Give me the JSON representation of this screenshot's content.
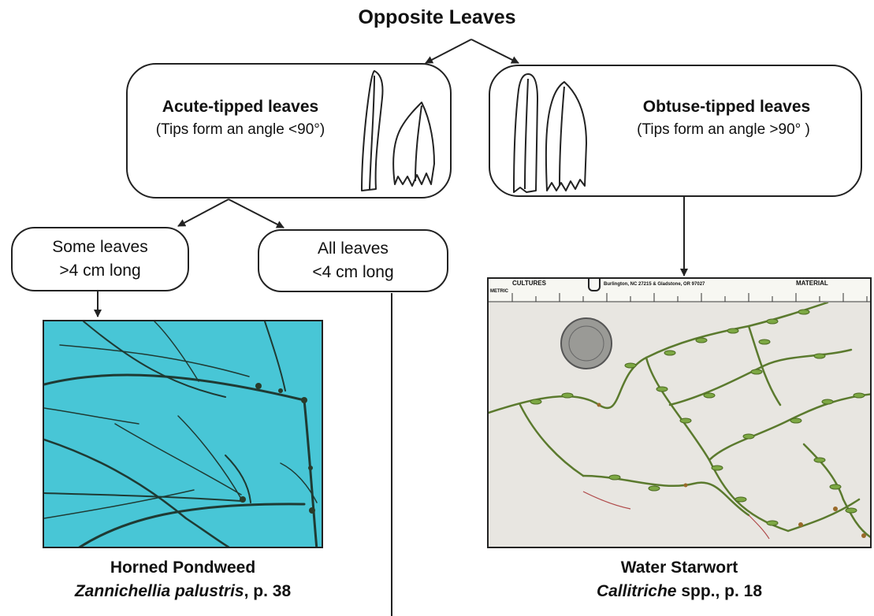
{
  "title": "Opposite Leaves",
  "acute": {
    "title": "Acute-tipped leaves",
    "subtitle": "(Tips form an angle <90°)"
  },
  "obtuse": {
    "title": "Obtuse-tipped leaves",
    "subtitle": "(Tips form an angle >90° )"
  },
  "some_leaves": {
    "line1": "Some leaves",
    "line2": ">4 cm long"
  },
  "all_leaves": {
    "line1": "All leaves",
    "line2": "<4 cm long"
  },
  "horned": {
    "common": "Horned Pondweed",
    "scientific": "Zannichellia palustris",
    "page": ", p. 38"
  },
  "starwort": {
    "common": "Water Starwort",
    "scientific": "Callitriche",
    "page": " spp., p. 18"
  },
  "ruler": {
    "left": "CULTURES",
    "middle": "Burlington, NC 27215 & Gladstone, OR 97027",
    "right": "MATERIAL",
    "metric": "METRIC"
  },
  "colors": {
    "pondweed_bg": "#48c6d6",
    "starwort_bg": "#e8e6e1",
    "plant_green": "#6f9a3c",
    "stem_dark": "#24301c"
  }
}
